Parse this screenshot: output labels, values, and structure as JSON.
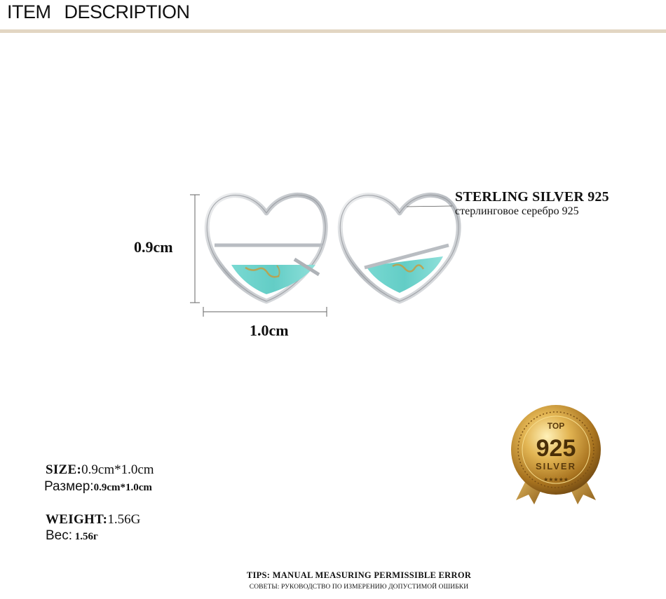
{
  "header": {
    "title": "ITEM  DESCRIPTION"
  },
  "dimensions": {
    "height": "0.9cm",
    "width": "1.0cm"
  },
  "material": {
    "en": "STERLING SILVER 925",
    "ru": "стерлинговое серебро 925"
  },
  "specs": {
    "size_en": {
      "label": "SIZE:",
      "value": "0.9cm*1.0cm"
    },
    "size_ru": {
      "label": "Размер:",
      "value": "0.9cm*1.0cm"
    },
    "weight_en": {
      "label": "WEIGHT:",
      "value": "1.56G"
    },
    "weight_ru": {
      "label": "Вес:",
      "value": " 1.56г"
    }
  },
  "badge": {
    "top": "TOP",
    "number": "925",
    "bottom": "SILVER"
  },
  "tips": {
    "en": "TIPS: MANUAL MEASURING PERMISSIBLE ERROR",
    "ru": "СОВЕТЫ: РУКОВОДСТВО ПО ИЗМЕРЕНИЮ ДОПУСТИМОЙ ОШИБКИ"
  },
  "colors": {
    "header_rule": "#e2d6c3",
    "turquoise": "#6fd3cc",
    "gold": "#c89a3a",
    "silver": "#c9ccd0"
  }
}
